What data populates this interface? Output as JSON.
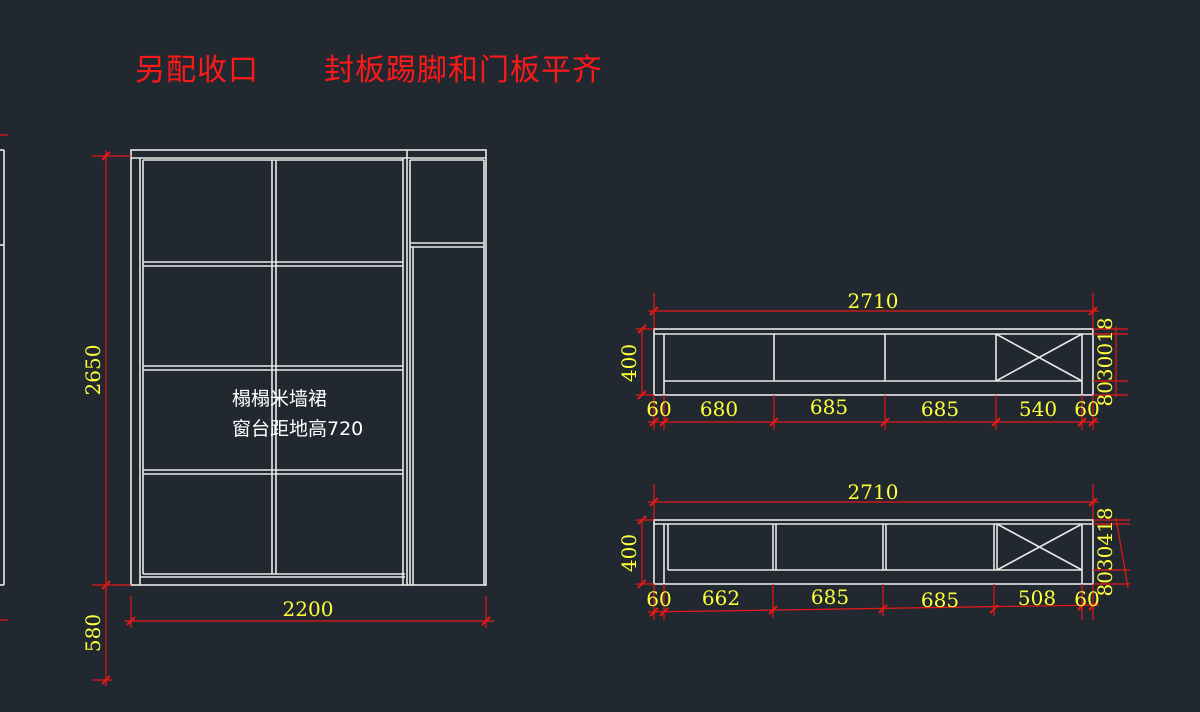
{
  "notes": {
    "left": "另配收口",
    "right": "封板踢脚和门板平齐"
  },
  "colors": {
    "background": "#212830",
    "outline": "#e8e8e8",
    "dimension_line": "#e81818",
    "dimension_text": "#ffff3a",
    "note_text": "#ff1818"
  },
  "left_elevation": {
    "label_line1": "榻榻米墙裙",
    "label_line2": "窗台距地高720",
    "height": "2650",
    "base_height": "580",
    "width": "2200"
  },
  "plan_top": {
    "overall": "2710",
    "depth": "400",
    "right_dims": "8030018",
    "segments": [
      "60",
      "680",
      "685",
      "685",
      "540",
      "60"
    ]
  },
  "plan_bottom": {
    "overall": "2710",
    "depth": "400",
    "right_dims": "8030418",
    "segments": [
      "60",
      "662",
      "685",
      "685",
      "508",
      "60"
    ]
  }
}
